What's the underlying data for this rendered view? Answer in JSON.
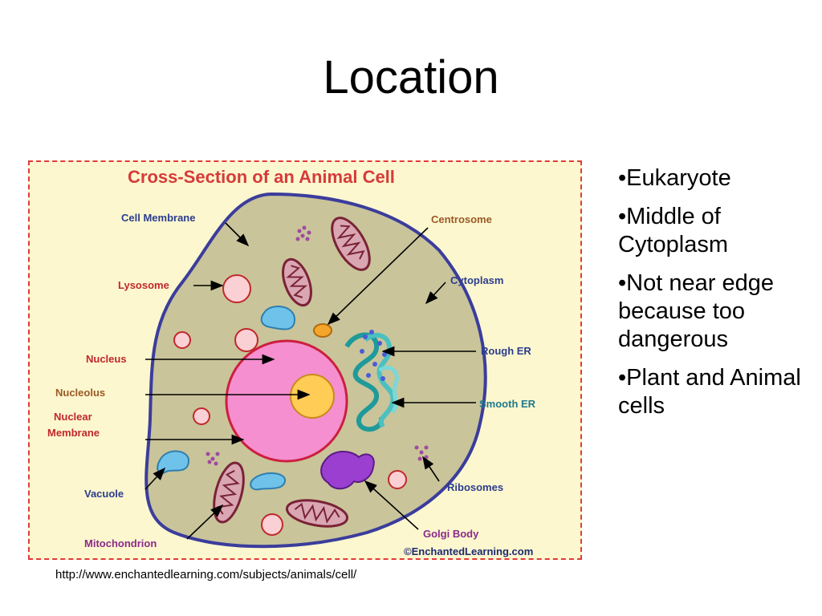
{
  "slide": {
    "title": "Location",
    "bullets": [
      "•Eukaryote",
      "•Middle of Cytoplasm",
      "•Not near edge because too dangerous",
      "•Plant and Animal cells"
    ],
    "source_url": "http://www.enchantedlearning.com/subjects/animals/cell/"
  },
  "figure": {
    "title": "Cross-Section of an Animal Cell",
    "labels": {
      "cell_membrane": "Cell Membrane",
      "lysosome": "Lysosome",
      "nucleus": "Nucleus",
      "nucleolus": "Nucleolus",
      "nuclear_membrane_1": "Nuclear",
      "nuclear_membrane_2": "Membrane",
      "vacuole": "Vacuole",
      "mitochondrion": "Mitochondrion",
      "centrosome": "Centrosome",
      "cytoplasm": "Cytoplasm",
      "rough_er": "Rough ER",
      "smooth_er": "Smooth ER",
      "ribosomes": "Ribosomes",
      "golgi_body": "Golgi Body"
    },
    "credit": "©EnchantedLearning.com",
    "colors": {
      "background": "#fcf7cf",
      "border": "#e23a3a",
      "cytoplasm": "#c9c49a",
      "cell_membrane": "#3b3d9c",
      "nucleus": "#f58fd0",
      "nucleolus": "#ffcc55",
      "mitochondria": "#d9a6b2",
      "vacuole": "#6fc3ea",
      "golgi": "#9b3fd1",
      "er": "#4bc0c0"
    }
  }
}
